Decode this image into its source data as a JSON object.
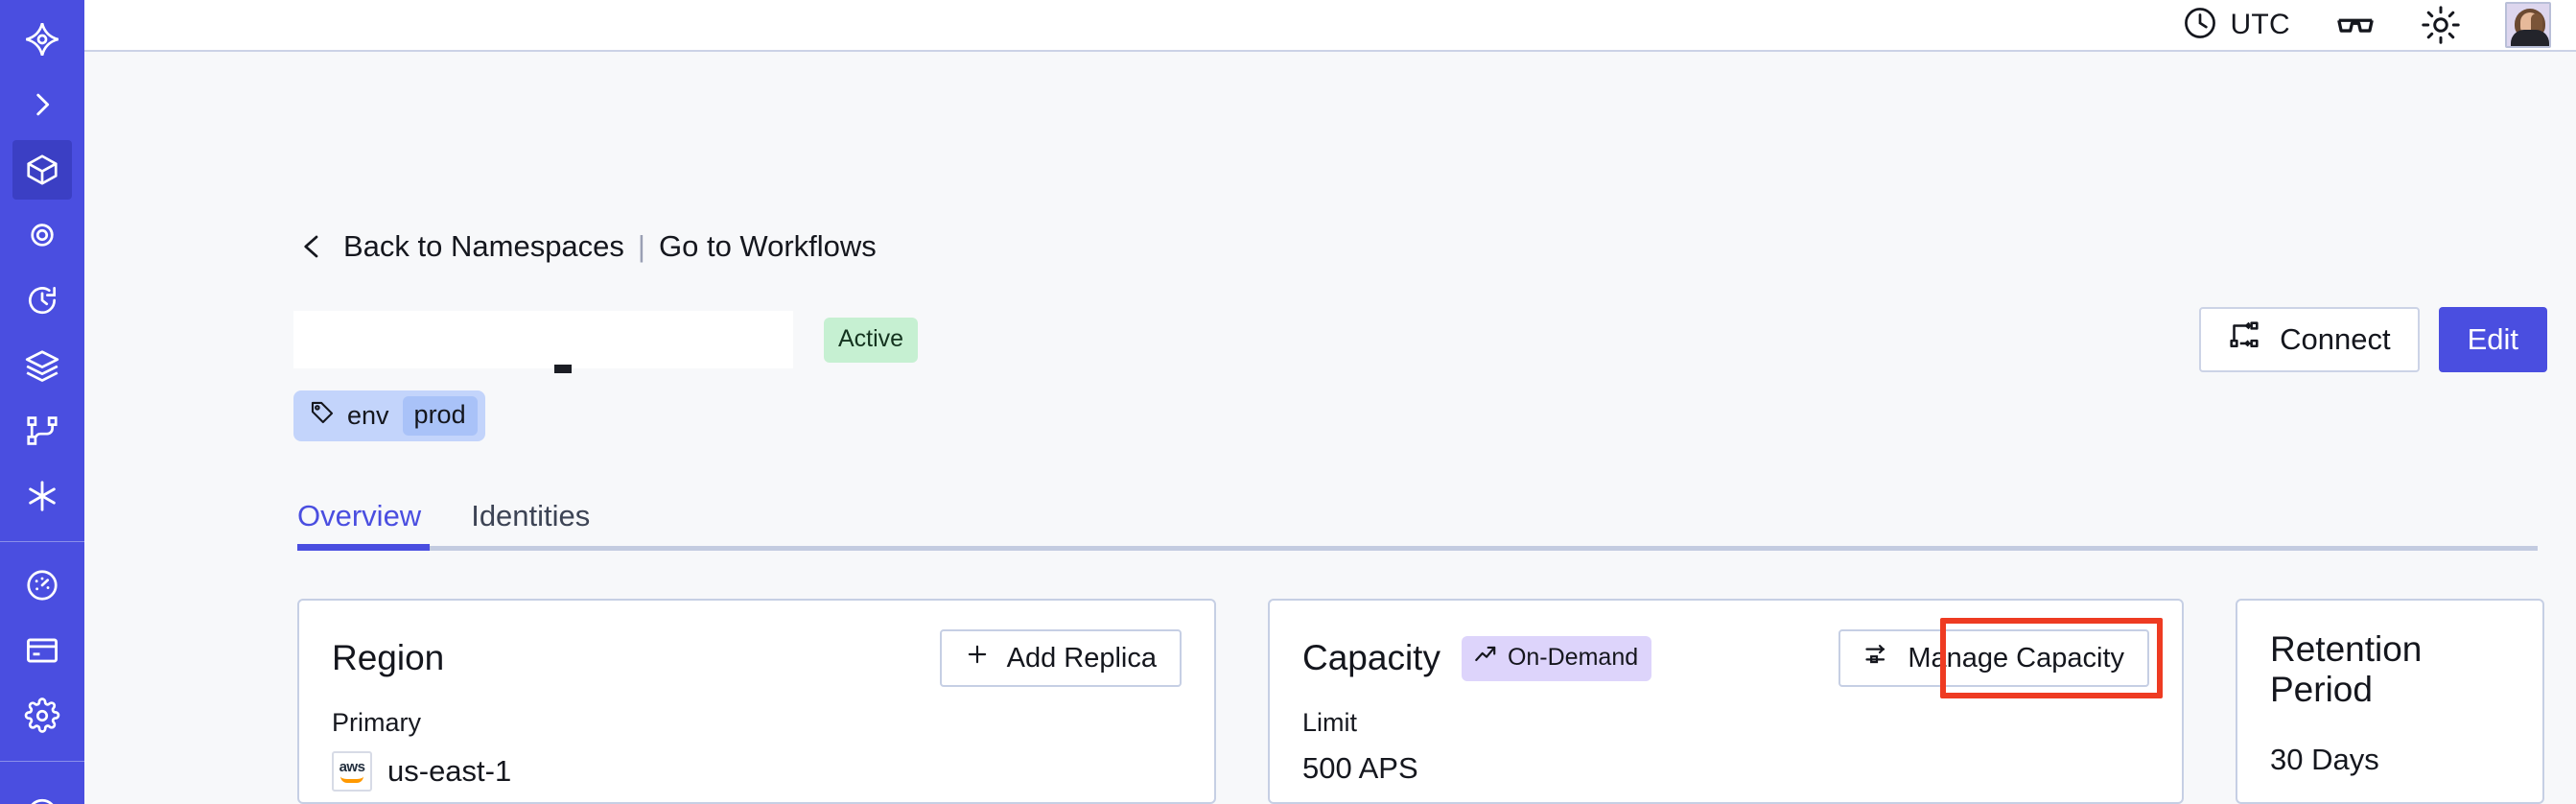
{
  "sidebar": {
    "top_items": [
      {
        "name": "logo-icon",
        "label": "Temporal"
      },
      {
        "name": "expand-sidebar-icon",
        "label": "Expand"
      }
    ],
    "nav_items": [
      {
        "name": "namespaces-icon",
        "label": "Namespaces",
        "active": true
      },
      {
        "name": "observability-icon",
        "label": "Observability",
        "active": false
      },
      {
        "name": "history-icon",
        "label": "History",
        "active": false
      },
      {
        "name": "layers-icon",
        "label": "Layers",
        "active": false
      },
      {
        "name": "workflows-icon",
        "label": "Workflows",
        "active": false
      },
      {
        "name": "asterisk-icon",
        "label": "All",
        "active": false
      }
    ],
    "bottom_items": [
      {
        "name": "usage-gauge-icon",
        "label": "Usage"
      },
      {
        "name": "billing-card-icon",
        "label": "Billing"
      },
      {
        "name": "settings-gear-icon",
        "label": "Settings"
      }
    ]
  },
  "topbar": {
    "timezone": "UTC",
    "clock_icon": "clock-icon",
    "glasses_icon": "glasses-icon",
    "theme_icon": "sun-icon",
    "avatar_icon": "user-avatar"
  },
  "breadcrumb": {
    "back_label": "Back to Namespaces",
    "separator": "|",
    "forward_label": "Go to Workflows",
    "chevron_icon": "chevron-left-icon"
  },
  "header": {
    "title": "",
    "status_badge": "Active",
    "connect_label": "Connect",
    "connect_icon": "connect-icon",
    "edit_label": "Edit"
  },
  "tag": {
    "icon": "tag-icon",
    "key": "env",
    "value": "prod"
  },
  "tabs": [
    {
      "label": "Overview",
      "active": true
    },
    {
      "label": "Identities",
      "active": false
    }
  ],
  "cards": {
    "region": {
      "title": "Region",
      "button_label": "Add Replica",
      "button_icon": "plus-icon",
      "sub_label": "Primary",
      "provider_icon": "aws-logo",
      "provider_text": "aws",
      "value": "us-east-1"
    },
    "capacity": {
      "title": "Capacity",
      "badge_label": "On-Demand",
      "badge_icon": "trend-up-icon",
      "button_label": "Manage Capacity",
      "button_icon": "sliders-icon",
      "sub_label": "Limit",
      "value": "500 APS",
      "highlighted": true,
      "highlight_color": "#ee3b22"
    },
    "retention": {
      "title": "Retention Period",
      "value": "30 Days"
    }
  },
  "colors": {
    "sidebar": "#4a4ee0",
    "accent": "#4a4ee0",
    "page_bg": "#f7f8fa",
    "status_active_bg": "#c6f0d2",
    "badge_ondemand_bg": "#ddd4fb",
    "tag_bg": "#c3d4fb",
    "highlight": "#ee3b22"
  }
}
